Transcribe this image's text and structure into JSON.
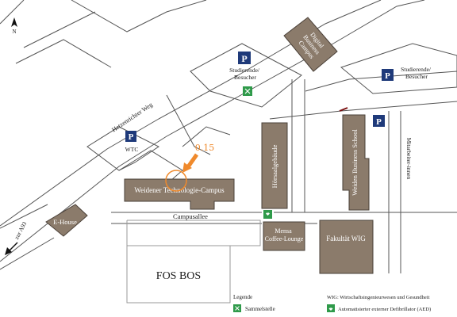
{
  "compass": {
    "label": "N",
    "icon": "north-arrow-icon"
  },
  "roads": {
    "hetzenrichter_weg": "Hetzenrichter Weg",
    "zur_a93": "zur A93",
    "campusallee": "Campusallee"
  },
  "parking": {
    "symbol": "P",
    "visitors_top": [
      "Studierende/",
      "Besucher"
    ],
    "visitors_right": [
      "Studierende/",
      "Besucher"
    ],
    "wtc": "WTC",
    "staff_vertical": "Mitarbeiter-innen"
  },
  "buildings": {
    "digital_business_campus": [
      "Digital",
      "Business",
      "Campus"
    ],
    "hoersaalgebaeude": "Hörsaalgebäude",
    "weiden_business_school": "Weiden Business School",
    "weidener_technologie_campus": "Weidener Technologie-Campus",
    "e_house": "E-House",
    "mensa": [
      "Mensa",
      "Coffee-Lounge"
    ],
    "fakultaet_wig": "Fakultät WIG",
    "fos_bos": "FOS BOS"
  },
  "marker": {
    "label": "0.15",
    "color": "#f08a2c"
  },
  "legend": {
    "title": "Legende",
    "sammelstelle": "Sammelstelle",
    "wig_note": "WIG: Wirtschaftsingenieurwesen und Gesundheit",
    "aed": "Automatisierter externer Defibrillator (AED)"
  },
  "colors": {
    "building": "#8b7b6b",
    "building_stroke": "#4a4038",
    "parking": "#1f3a7a",
    "assembly": "#2f9a4a",
    "road_stroke": "#555555"
  }
}
